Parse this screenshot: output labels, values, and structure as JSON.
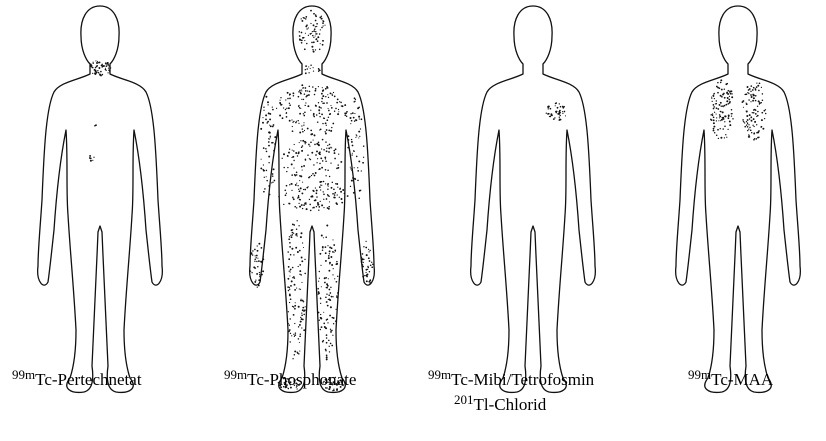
{
  "panels": [
    {
      "id": "pertechnetat",
      "tracer_lines": [
        {
          "iso": "99m",
          "name": "Tc-Pertechnetat"
        }
      ],
      "uptake_regions": [
        "thyroid",
        "stomach"
      ]
    },
    {
      "id": "phosphonate",
      "tracer_lines": [
        {
          "iso": "99m",
          "name": "Tc-Phosphonate"
        }
      ],
      "uptake_regions": [
        "whole-skeleton"
      ]
    },
    {
      "id": "mibi",
      "tracer_lines": [
        {
          "iso": "99m",
          "name": "Tc-Mibi/Tetrofosmin"
        },
        {
          "iso": "201",
          "name": "Tl-Chlorid"
        }
      ],
      "uptake_regions": [
        "heart"
      ]
    },
    {
      "id": "maa",
      "tracer_lines": [
        {
          "iso": "99m",
          "name": "Tc-MAA"
        }
      ],
      "uptake_regions": [
        "lungs"
      ]
    }
  ]
}
